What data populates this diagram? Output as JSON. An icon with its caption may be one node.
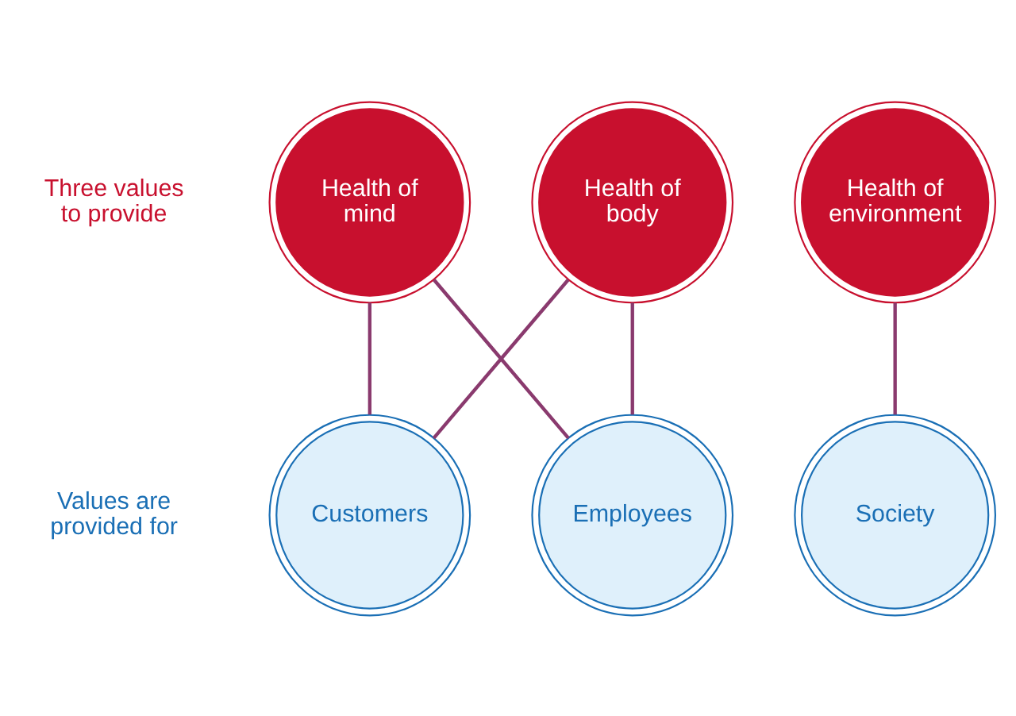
{
  "diagram": {
    "nodes": [
      {
        "text": [
          "Health of",
          "mind"
        ]
      },
      {
        "text": [
          "Health of",
          "body"
        ]
      },
      {
        "text": [
          "Health of environment"
        ]
      },
      {
        "text": [
          "Customers"
        ]
      },
      {
        "text": [
          "Employees"
        ]
      },
      {
        "text": [
          "Society"
        ]
      }
    ],
    "edges": [
      {
        "from": 0,
        "to": 3,
        "arrow": "none"
      },
      {
        "from": 0,
        "to": 4,
        "arrow": "none"
      },
      {
        "from": 1,
        "to": 3,
        "arrow": "none"
      },
      {
        "from": 1,
        "to": 4,
        "arrow": "none"
      },
      {
        "from": 2,
        "to": 5,
        "arrow": "none"
      }
    ],
    "labels": [
      "Three values to provide",
      "Values are provided for"
    ]
  }
}
